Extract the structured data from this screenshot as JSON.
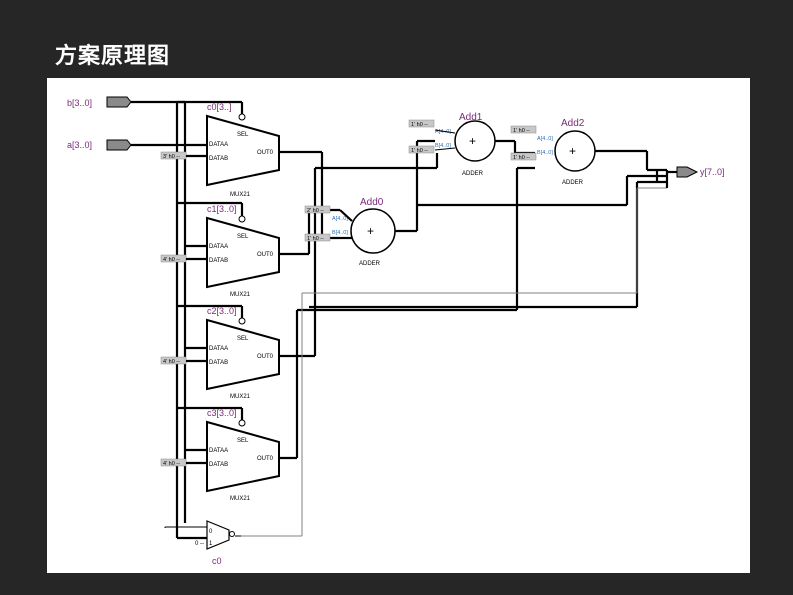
{
  "title": "方案原理图",
  "inputs": {
    "b": "b[3..0]",
    "a": "a[3..0]"
  },
  "output": "y[7..0]",
  "muxes": [
    {
      "id": "mux0",
      "sel": "c0[3..]",
      "const": "3' h0 --",
      "type": "MUX21"
    },
    {
      "id": "mux1",
      "sel": "c1[3..0]",
      "const": "4' h0 --",
      "type": "MUX21"
    },
    {
      "id": "mux2",
      "sel": "c2[3..0]",
      "const": "4' h0 --",
      "type": "MUX21"
    },
    {
      "id": "mux3",
      "sel": "c3[3..0]",
      "const": "4' h0 --",
      "type": "MUX21"
    }
  ],
  "mux_ports": {
    "sel": "SEL",
    "dataa": "DATAA",
    "datab": "DATAB",
    "out": "OUT0"
  },
  "adders": [
    {
      "id": "add0",
      "name": "Add0",
      "type": "ADDER",
      "symbol": "+",
      "a_const": "2' h0 --",
      "b_const": "1' h0 --",
      "a_port": "A[4..0]",
      "b_port": "B[4..0]"
    },
    {
      "id": "add1",
      "name": "Add1",
      "type": "ADDER",
      "symbol": "+",
      "a_const": "1' h0 --",
      "b_const": "1' h0 --",
      "a_port": "A[4..0]",
      "b_port": "B[4..0]"
    },
    {
      "id": "add2",
      "name": "Add2",
      "type": "ADDER",
      "symbol": "+",
      "a_const": "1' h0 --",
      "b_const": "1' h0 --",
      "a_port": "A[4..0]",
      "b_port": "B[4..0]"
    }
  ],
  "bottom_mux": {
    "name": "c0",
    "port0": "0",
    "port1": "1",
    "in_const": "0 --"
  }
}
